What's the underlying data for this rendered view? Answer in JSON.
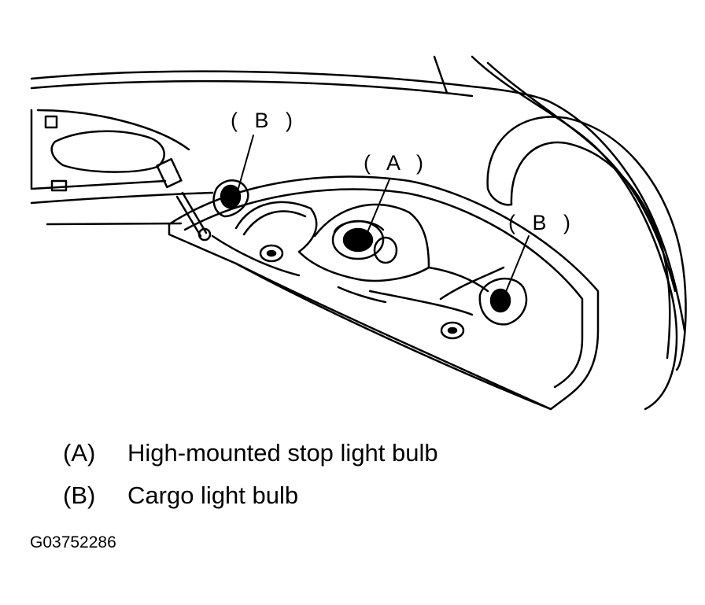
{
  "callouts": {
    "b_left": "( B )",
    "a_center": "( A )",
    "b_right": "( B )"
  },
  "legend": [
    {
      "code": "(A)",
      "text": "High-mounted stop light bulb"
    },
    {
      "code": "(B)",
      "text": "Cargo light bulb"
    }
  ],
  "figure_id": "G03752286"
}
